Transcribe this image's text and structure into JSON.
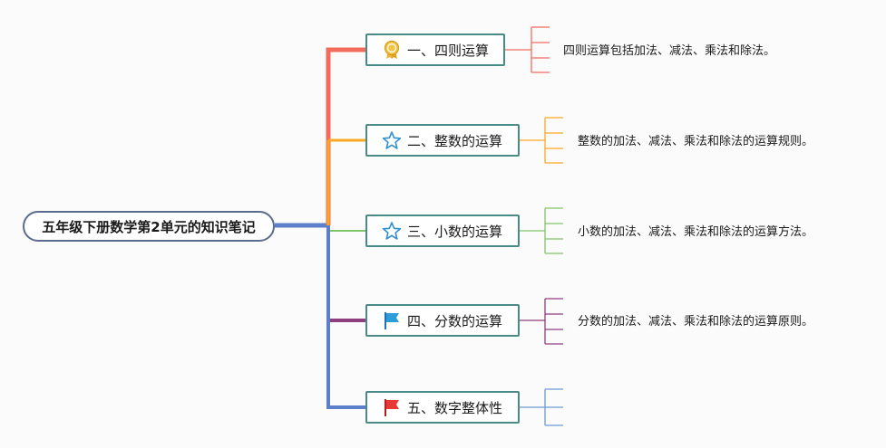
{
  "root": {
    "label": "五年级下册数学第2单元的知识笔记"
  },
  "branches": [
    {
      "label": "一、四则运算",
      "icon": "award-ribbon-icon",
      "color": "#f26b5b",
      "note": "四则运算包括加法、减法、乘法和除法。"
    },
    {
      "label": "二、整数的运算",
      "icon": "star-outline-icon",
      "color": "#f9a825",
      "note": "整数的加法、减法、乘法和除法的运算规则。"
    },
    {
      "label": "三、小数的运算",
      "icon": "star-outline-icon",
      "color": "#7fc66a",
      "note": "小数的加法、减法、乘法和除法的运算方法。"
    },
    {
      "label": "四、分数的运算",
      "icon": "blue-flag-icon",
      "color": "#8e3f7f",
      "note": "分数的加法、减法、乘法和除法的运算原则。"
    },
    {
      "label": "五、数字整体性",
      "icon": "red-flag-icon",
      "color": "#6d9bd3",
      "note": ""
    }
  ],
  "colors": {
    "trunk": "#5b7fc9",
    "node_border": "#4a8a88",
    "root_border": "#5a6b8c"
  }
}
